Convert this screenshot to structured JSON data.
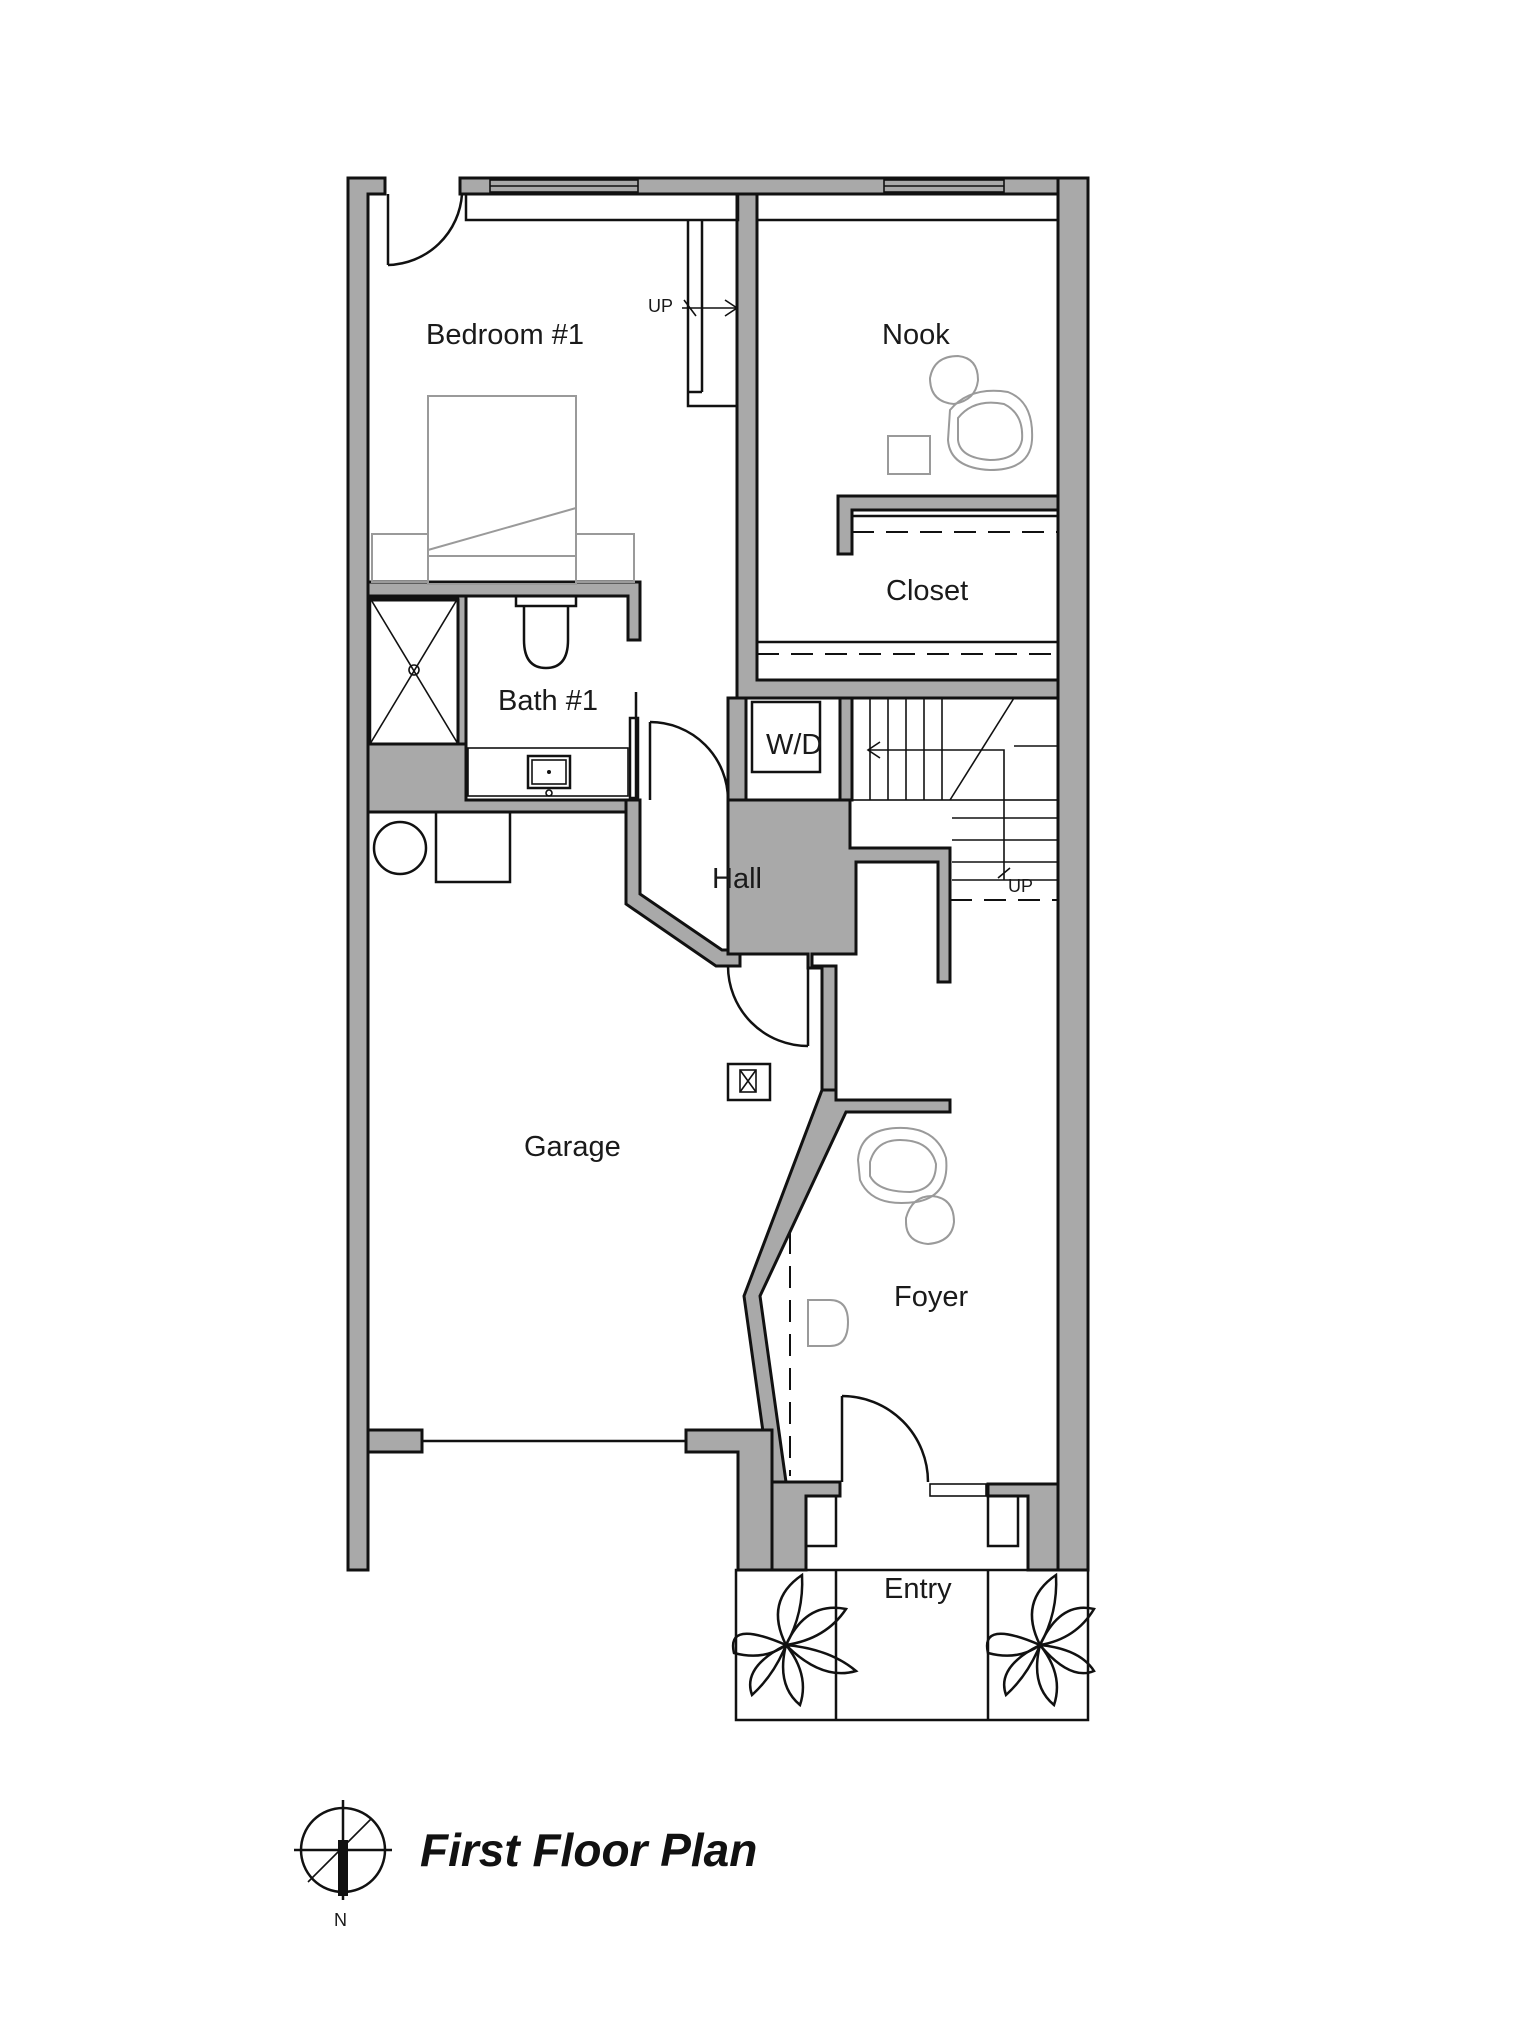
{
  "drawing_title": "First Floor Plan",
  "north_label": "N",
  "rooms": {
    "bedroom": "Bedroom #1",
    "nook": "Nook",
    "closet": "Closet",
    "bath": "Bath #1",
    "washer_dryer": "W/D",
    "hall": "Hall",
    "garage": "Garage",
    "foyer": "Foyer",
    "entry": "Entry"
  },
  "stair_labels": {
    "upper": "UP",
    "lower": "UP"
  },
  "colors": {
    "wall_fill": "#a9a9a9",
    "line": "#111111",
    "furniture": "#9a9a9a"
  }
}
